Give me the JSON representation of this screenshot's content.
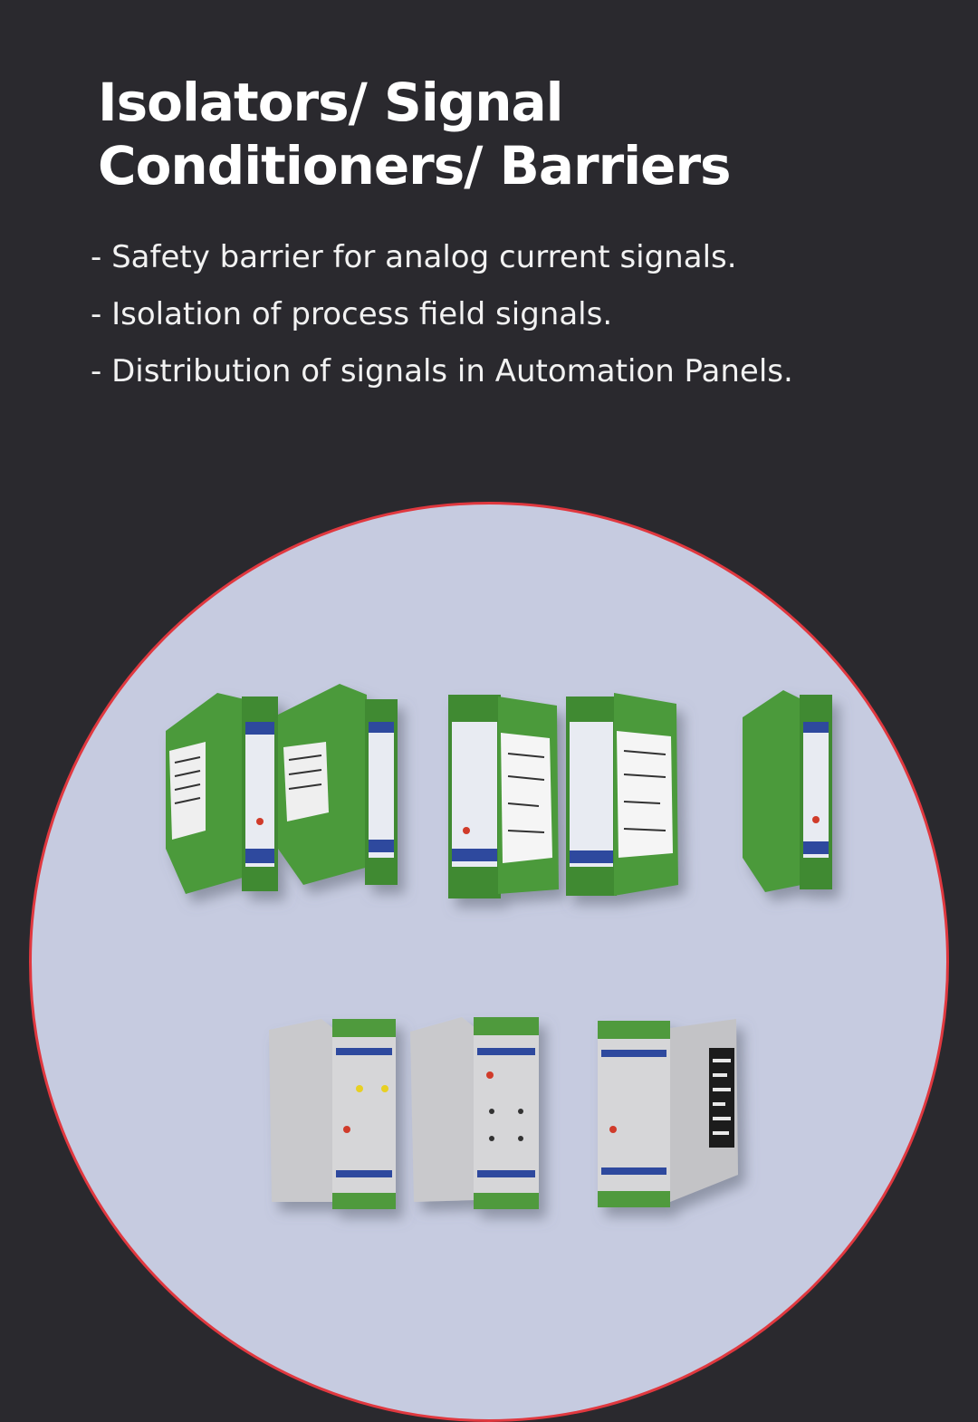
{
  "title": "Isolators/ Signal Conditioners/ Barriers",
  "bullets": [
    "- Safety barrier for analog current signals.",
    "- Isolation of process field signals.",
    "- Distribution of signals in Automation Panels."
  ],
  "colors": {
    "background": "#2a292e",
    "circle_fill": "#c6cbe0",
    "circle_border": "#e0383f",
    "module_green": "#4a9a3a",
    "module_grey": "#c9c9cc"
  },
  "products": {
    "green_modules": 5,
    "grey_modules": 3
  }
}
